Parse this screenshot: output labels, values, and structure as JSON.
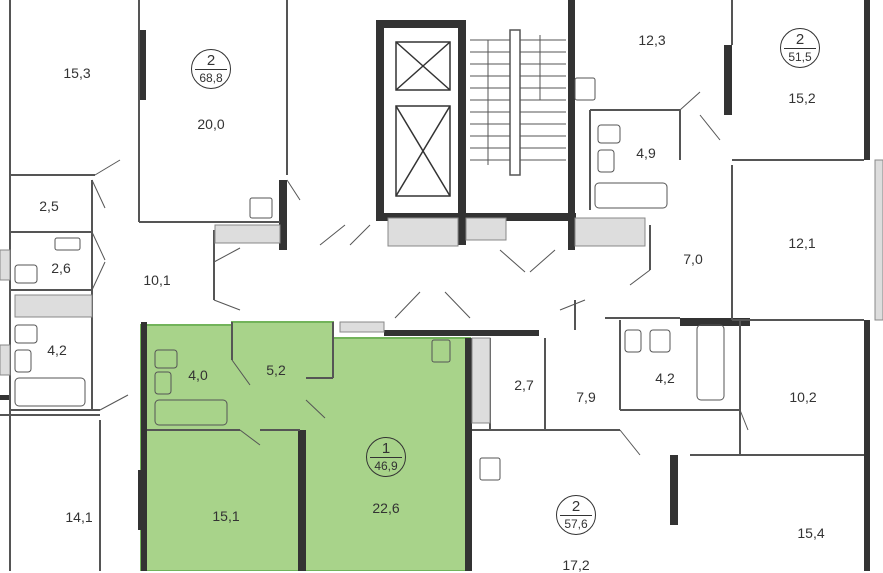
{
  "apartments": [
    {
      "rooms": "2",
      "area": "68,8"
    },
    {
      "rooms": "2",
      "area": "51,5"
    },
    {
      "rooms": "1",
      "area": "46,9"
    },
    {
      "rooms": "2",
      "area": "57,6"
    }
  ],
  "room_areas": [
    "15,3",
    "20,0",
    "12,3",
    "15,2",
    "4,9",
    "2,5",
    "12,1",
    "2,6",
    "10,1",
    "7,0",
    "4,2",
    "4,0",
    "5,2",
    "2,7",
    "7,9",
    "4,2",
    "10,2",
    "14,1",
    "15,1",
    "22,6",
    "15,4",
    "17,2"
  ],
  "colors": {
    "highlight": "#a8d38a",
    "highlight_border": "#72b35a",
    "wall": "#333333",
    "thin_wall": "#555555",
    "balcony": "#dddddd",
    "text": "#333333"
  }
}
